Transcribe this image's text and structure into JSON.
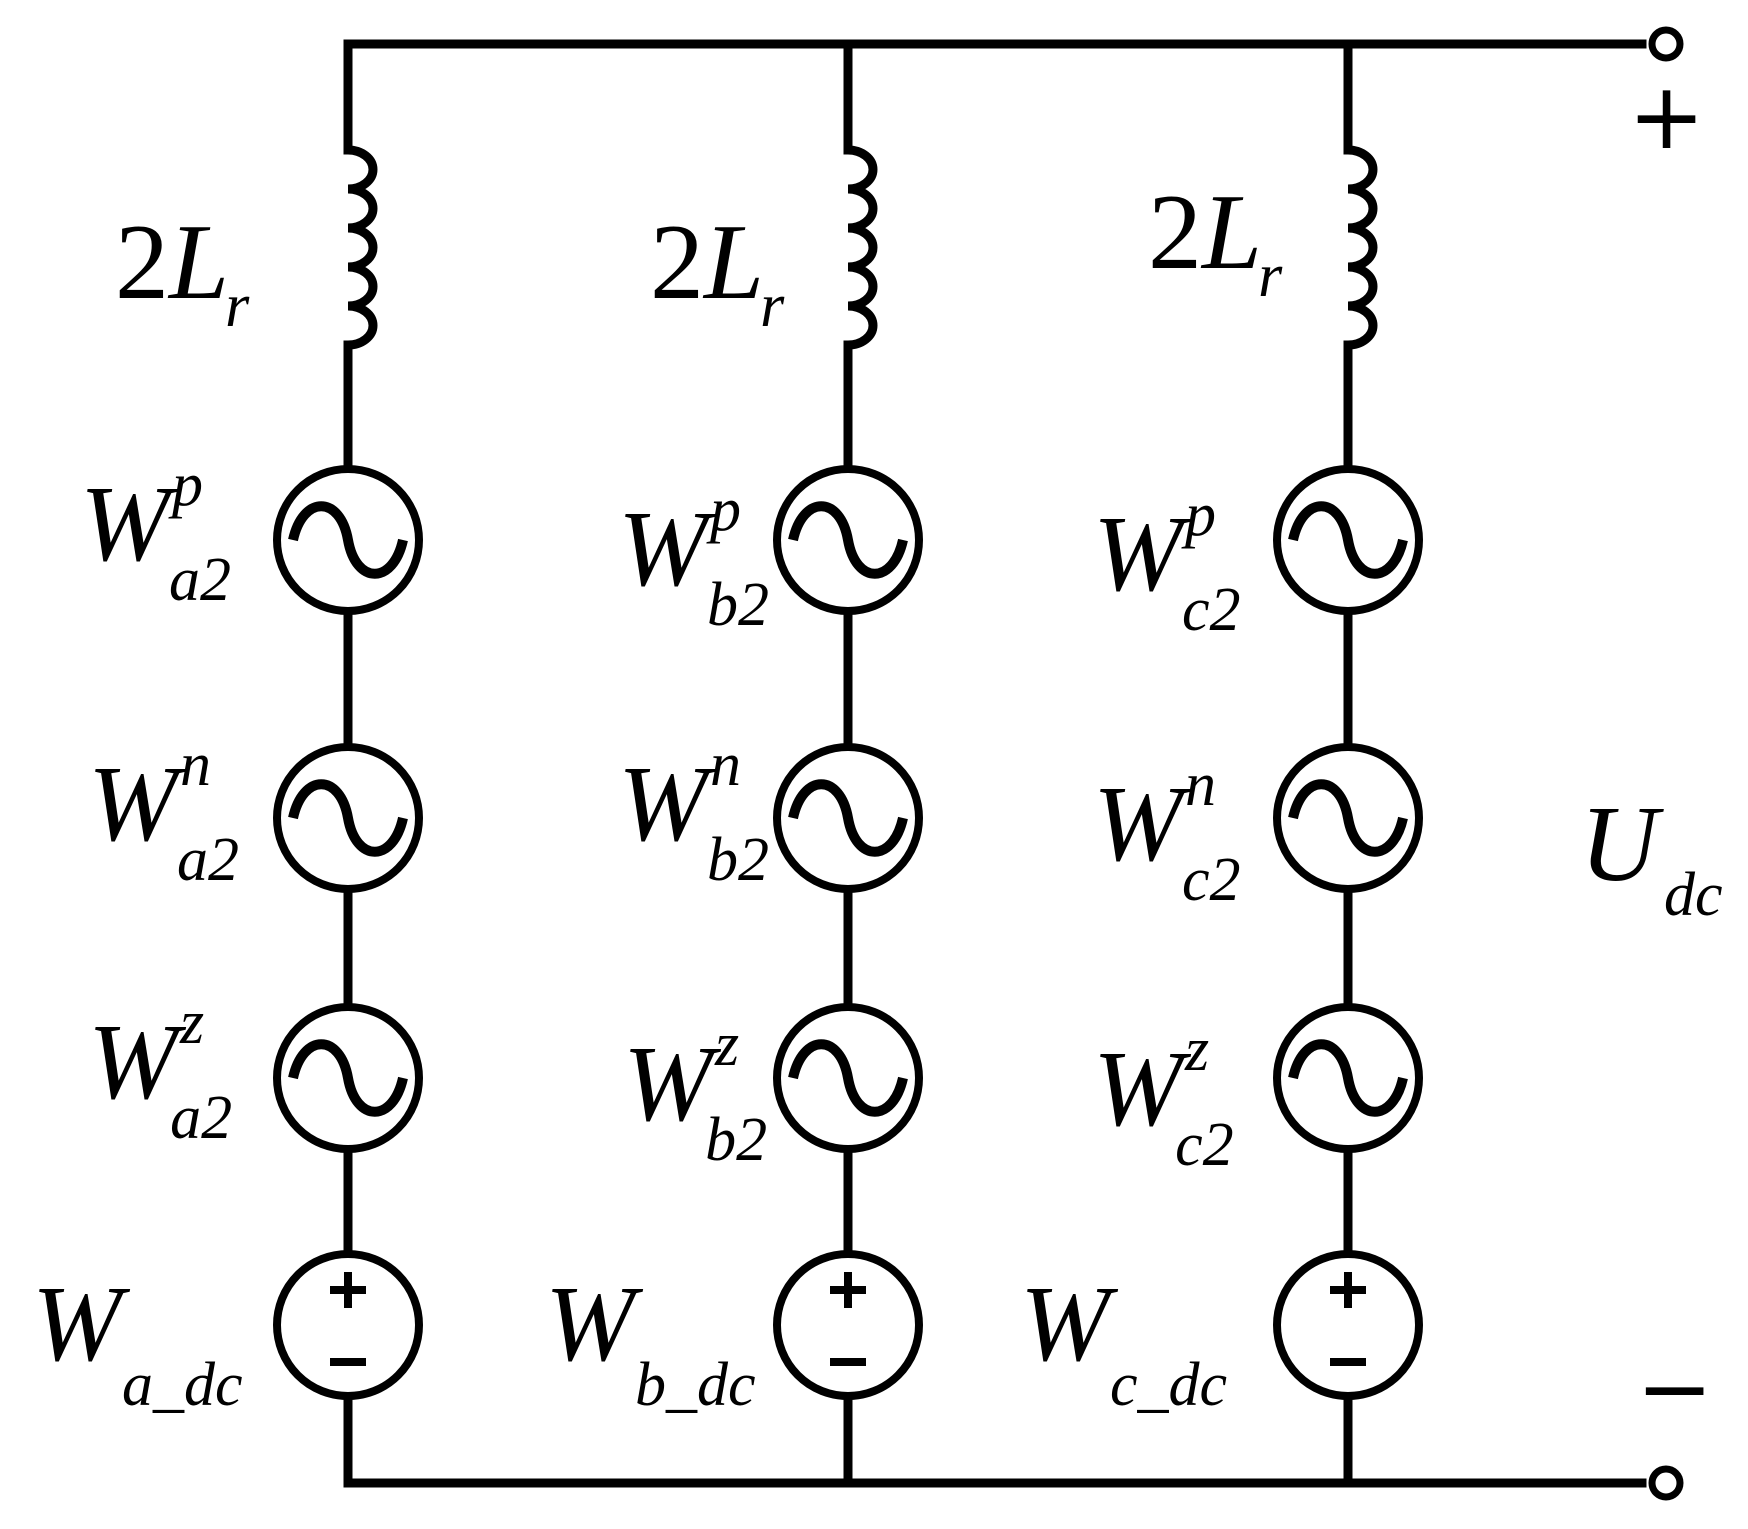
{
  "diagram": {
    "branches": [
      {
        "id": "a",
        "inductor": {
          "coef": "2",
          "symbol": "L",
          "sub": "r"
        },
        "sources": [
          {
            "kind": "ac",
            "main": "W",
            "sup": "p",
            "sub": "a2"
          },
          {
            "kind": "ac",
            "main": "W",
            "sup": "n",
            "sub": "a2"
          },
          {
            "kind": "ac",
            "main": "W",
            "sup": "z",
            "sub": "a2"
          },
          {
            "kind": "dc",
            "main": "W",
            "sup": "",
            "sub": "a_dc"
          }
        ]
      },
      {
        "id": "b",
        "inductor": {
          "coef": "2",
          "symbol": "L",
          "sub": "r"
        },
        "sources": [
          {
            "kind": "ac",
            "main": "W",
            "sup": "p",
            "sub": "b2"
          },
          {
            "kind": "ac",
            "main": "W",
            "sup": "n",
            "sub": "b2"
          },
          {
            "kind": "ac",
            "main": "W",
            "sup": "z",
            "sub": "b2"
          },
          {
            "kind": "dc",
            "main": "W",
            "sup": "",
            "sub": "b_dc"
          }
        ]
      },
      {
        "id": "c",
        "inductor": {
          "coef": "2",
          "symbol": "L",
          "sub": "r"
        },
        "sources": [
          {
            "kind": "ac",
            "main": "W",
            "sup": "p",
            "sub": "c2"
          },
          {
            "kind": "ac",
            "main": "W",
            "sup": "n",
            "sub": "c2"
          },
          {
            "kind": "ac",
            "main": "W",
            "sup": "z",
            "sub": "c2"
          },
          {
            "kind": "dc",
            "main": "W",
            "sup": "",
            "sub": "c_dc"
          }
        ]
      }
    ],
    "output": {
      "main": "U",
      "sub": "dc",
      "plus": "+",
      "minus": "−"
    },
    "dc_source_signs": {
      "plus": "+",
      "minus": "−"
    }
  }
}
